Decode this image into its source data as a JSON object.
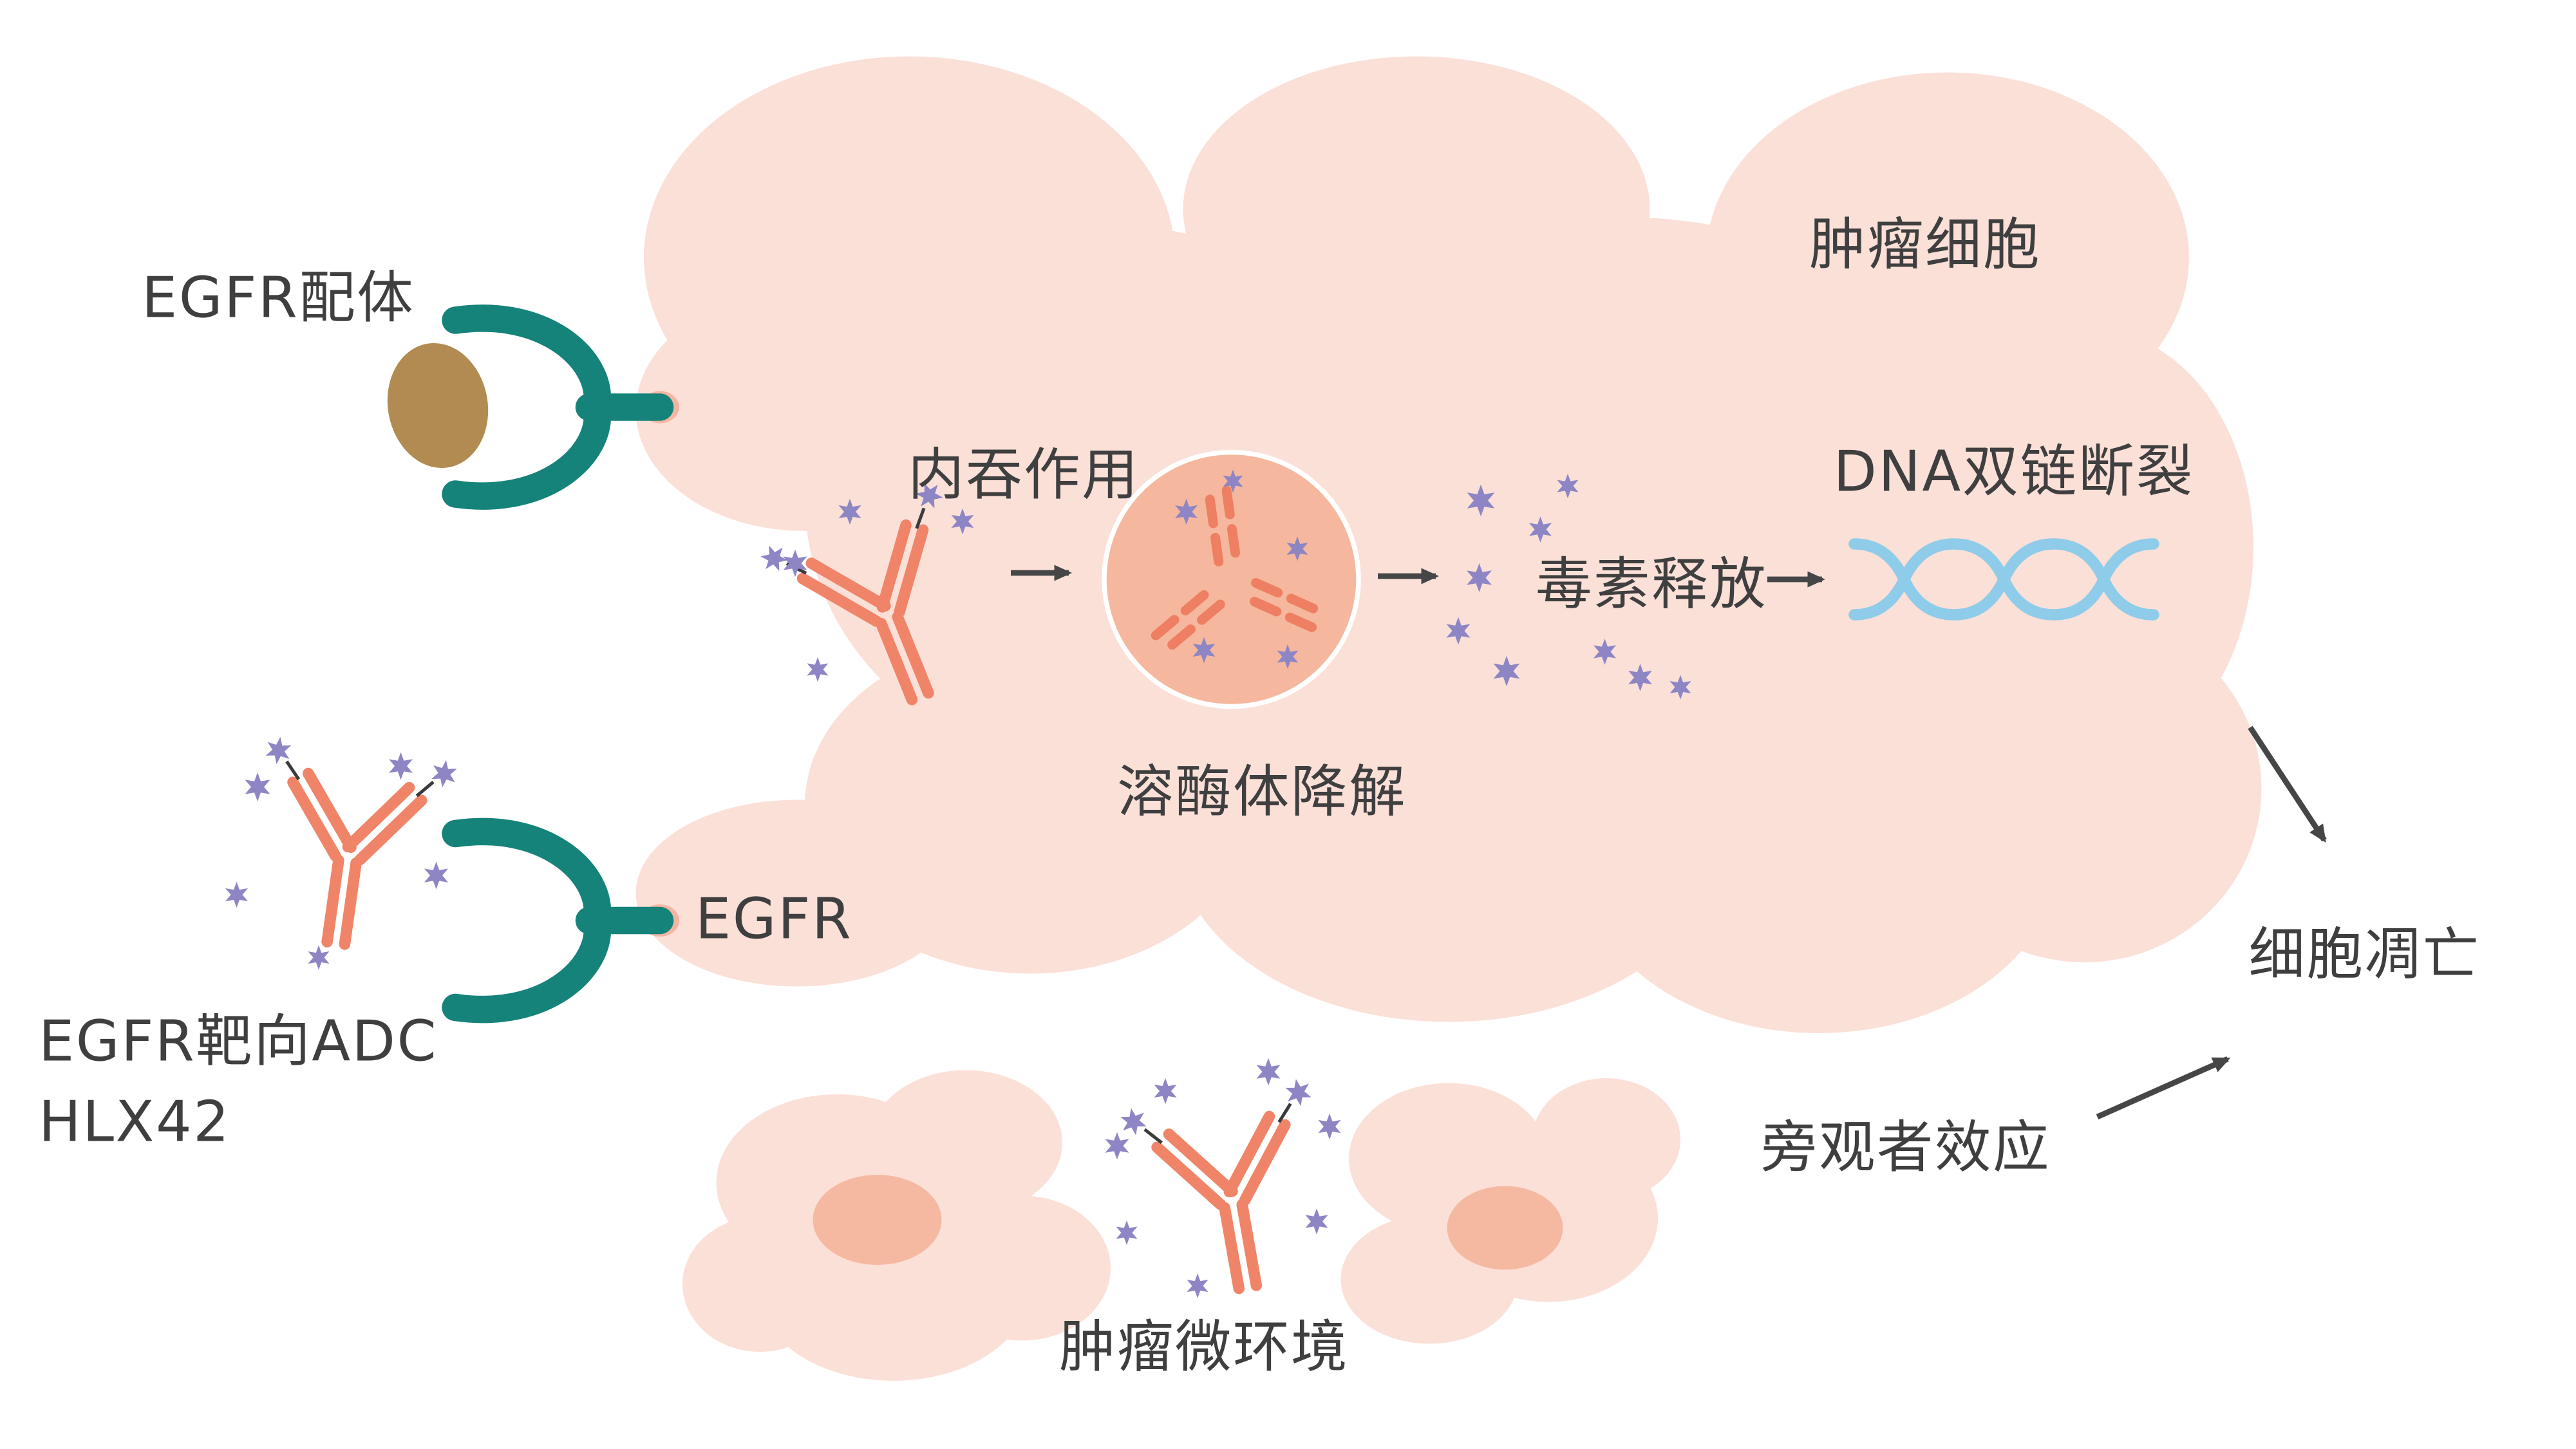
{
  "diagram": {
    "labels": {
      "tumor_cell": "肿瘤细胞",
      "egfr_ligand": "EGFR配体",
      "endocytosis": "内吞作用",
      "lysosomal_degradation": "溶酶体降解",
      "toxin_release": "毒素释放",
      "dna_double_strand_break": "DNA双链断裂",
      "apoptosis": "细胞凋亡",
      "egfr": "EGFR",
      "adc_name_line1": "EGFR靶向ADC",
      "adc_name_line2": "HLX42",
      "tumor_microenvironment": "肿瘤微环境",
      "bystander_effect": "旁观者效应"
    },
    "colors": {
      "cell_fill": "#fbe0d8",
      "lysosome_fill": "#f5b89e",
      "nucleus_fill": "#f5b9a2",
      "receptor_teal": "#15837a",
      "ligand_brown": "#b28b52",
      "antibody_salmon": "#f08468",
      "toxin_purple": "#8e86c4",
      "dna_blue": "#8fcce9",
      "arrow_gray": "#464646",
      "membrane_dot_pink": "#f6b4a3",
      "text": "#3f3f3f"
    },
    "icons": {
      "antibody_drug_conjugate": "adc-antibody-icon",
      "toxin_payload": "toxin-star-icon",
      "receptor": "egfr-receptor-icon",
      "ligand": "egfr-ligand-icon",
      "lysosome": "lysosome-icon",
      "dna": "dna-helix-icon",
      "flow_arrow": "flow-arrow-icon",
      "tumor_cell_shape": "tumor-cell-blob",
      "bystander_cells": "bystander-cell-blob"
    }
  }
}
